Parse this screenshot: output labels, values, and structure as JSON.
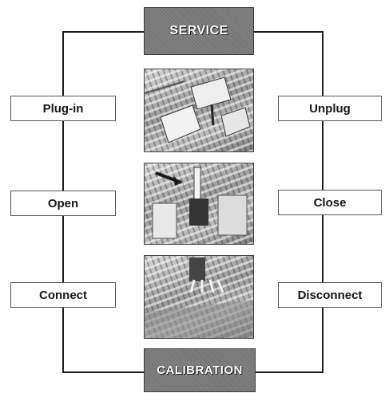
{
  "diagram": {
    "top_label": "SERVICE",
    "bottom_label": "CALIBRATION",
    "left_steps": [
      "Plug-in",
      "Open",
      "Connect"
    ],
    "right_steps": [
      "Unplug",
      "Close",
      "Disconnect"
    ],
    "photos": [
      "connector-photo",
      "valve-photo",
      "pins-photo"
    ]
  }
}
